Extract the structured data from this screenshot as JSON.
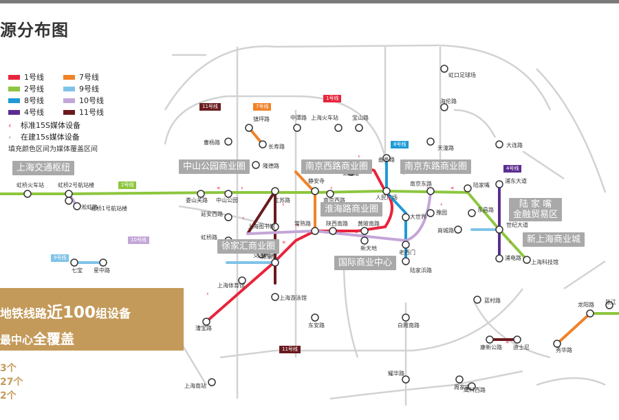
{
  "title": "源分布图",
  "legend": {
    "lines": [
      {
        "label": "1号线",
        "color": "#e8243c"
      },
      {
        "label": "7号线",
        "color": "#f08228"
      },
      {
        "label": "2号线",
        "color": "#8dc63f"
      },
      {
        "label": "9号线",
        "color": "#7fc3e8"
      },
      {
        "label": "8号线",
        "color": "#1f9ad6"
      },
      {
        "label": "10号线",
        "color": "#c3a6d8"
      },
      {
        "label": "4号线",
        "color": "#5c2d91"
      },
      {
        "label": "11号线",
        "color": "#6a1a1e"
      }
    ],
    "standard": "标准15S媒体设备",
    "building": "在建15s媒体设备",
    "note": "填充颜色区间为媒体覆盖区间"
  },
  "line_tags": [
    {
      "text": "11号线",
      "color": "#6a1a1e"
    },
    {
      "text": "7号线",
      "color": "#f08228"
    },
    {
      "text": "1号线",
      "color": "#e8243c"
    },
    {
      "text": "8号线",
      "color": "#1f9ad6"
    },
    {
      "text": "2号线",
      "color": "#8dc63f"
    },
    {
      "text": "4号线",
      "color": "#5c2d91"
    },
    {
      "text": "10号线",
      "color": "#c3a6d8"
    },
    {
      "text": "9号线",
      "color": "#7fc3e8"
    },
    {
      "text": "11号线",
      "color": "#6a1a1e"
    }
  ],
  "zones": [
    "上海交通枢纽",
    "中山公园商业圈",
    "南京西路商业圈",
    "南京东路商业圈",
    "淮海路商业圈",
    "徐家汇商业圈",
    "国际商业中心",
    "陆 家 嘴\n金融贸易区",
    "新上海商业城"
  ],
  "stations": [
    "虹口足球场",
    "海伦路",
    "大连路",
    "天潼路",
    "镇坪路",
    "中潭路",
    "上海火车站",
    "宝山路",
    "长寿路",
    "曹杨路",
    "隆德路",
    "新闸路",
    "曲阜路",
    "虹桥火车站",
    "虹桥2号航站楼",
    "淞虹路",
    "虹桥1号航站楼",
    "娄山关路",
    "中山公园",
    "江苏路",
    "静安寺",
    "南京西路",
    "人民广场",
    "南京东路",
    "陆家嘴",
    "浦东大道",
    "东昌路",
    "世纪大道",
    "商城路",
    "豫园",
    "大世界",
    "延安西路",
    "上海图书馆",
    "常熟路",
    "陕西南路",
    "黄陂南路",
    "新天地",
    "老西门",
    "虹桥路",
    "宜山路",
    "交通大学",
    "徐家汇",
    "七宝",
    "星中路",
    "上海体育馆",
    "上海游泳馆",
    "陆家浜路",
    "浦电路",
    "上海科技馆",
    "蓝村路",
    "龙阳路",
    "张江",
    "漕宝路",
    "东安路",
    "白霞南路",
    "康新公路",
    "迪士尼",
    "秀华路",
    "上海南站",
    "耀华路",
    "周家嘴",
    "鹰科西路"
  ],
  "banner": {
    "prefix": "地铁线路",
    "highlight": "近100",
    "suffix": "组设备",
    "line2_prefix": "最中心",
    "line2_suffix": "全覆盖"
  },
  "stats": [
    "3个",
    "27个",
    "2个"
  ]
}
